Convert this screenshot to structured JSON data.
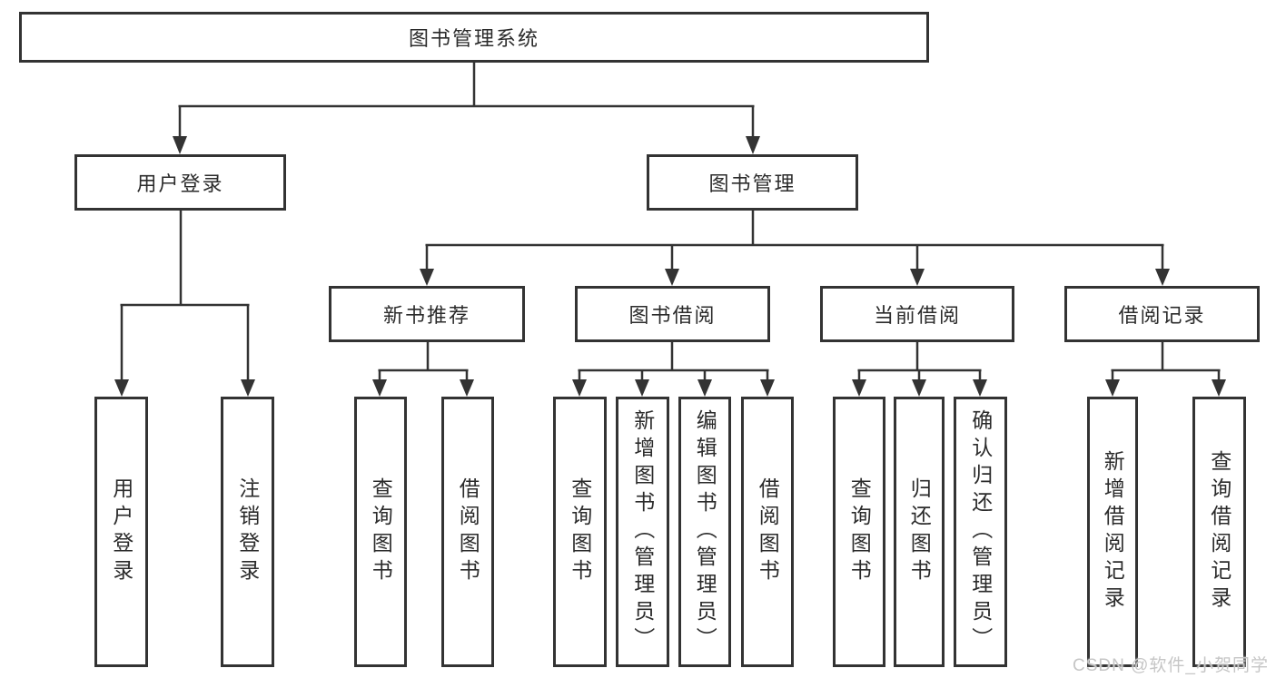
{
  "tree": {
    "root": {
      "label": "图书管理系统"
    },
    "children": [
      {
        "label": "用户登录",
        "children": [
          {
            "label": "用户登录"
          },
          {
            "label": "注销登录"
          }
        ]
      },
      {
        "label": "图书管理",
        "children": [
          {
            "label": "新书推荐",
            "children": [
              {
                "label": "查询图书"
              },
              {
                "label": "借阅图书"
              }
            ]
          },
          {
            "label": "图书借阅",
            "children": [
              {
                "label": "查询图书"
              },
              {
                "label": "新增图书（管理员）"
              },
              {
                "label": "编辑图书（管理员）"
              },
              {
                "label": "借阅图书"
              }
            ]
          },
          {
            "label": "当前借阅",
            "children": [
              {
                "label": "查询图书"
              },
              {
                "label": "归还图书"
              },
              {
                "label": "确认归还（管理员）"
              }
            ]
          },
          {
            "label": "借阅记录",
            "children": [
              {
                "label": "新增借阅记录"
              },
              {
                "label": "查询借阅记录"
              }
            ]
          }
        ]
      }
    ]
  },
  "watermark": {
    "text": "CSDN @软件_小贺同学"
  },
  "colors": {
    "line": "#333333",
    "text": "#2b2b2b",
    "watermark": "#c6c6c6",
    "background": "#ffffff"
  }
}
